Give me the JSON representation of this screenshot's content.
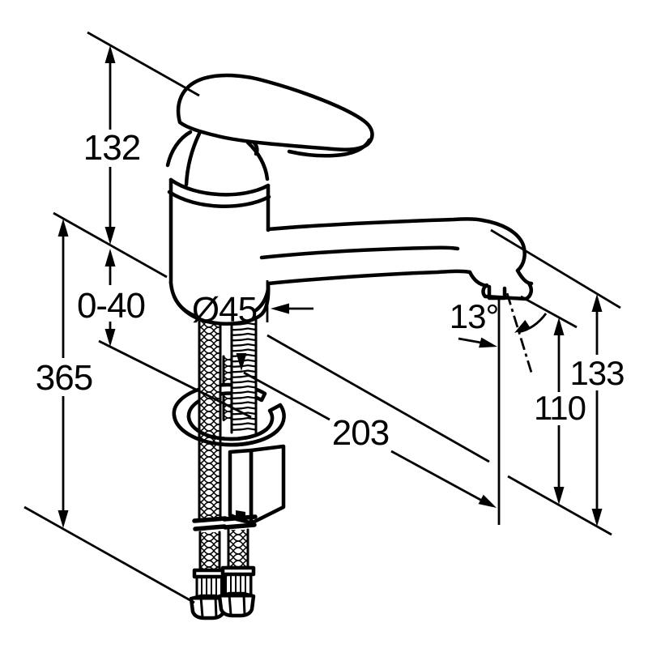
{
  "drawing": {
    "title": "faucet-dimension-diagram",
    "background_color": "#ffffff",
    "line_color": "#000000",
    "dims": {
      "handle_height": "132",
      "mounting_thickness_range": "0-40",
      "connection_length": "365",
      "base_diameter": "Ø45",
      "spout_reach": "203",
      "spout_angle": "13°",
      "outlet_height": "110",
      "spout_height": "133"
    }
  }
}
